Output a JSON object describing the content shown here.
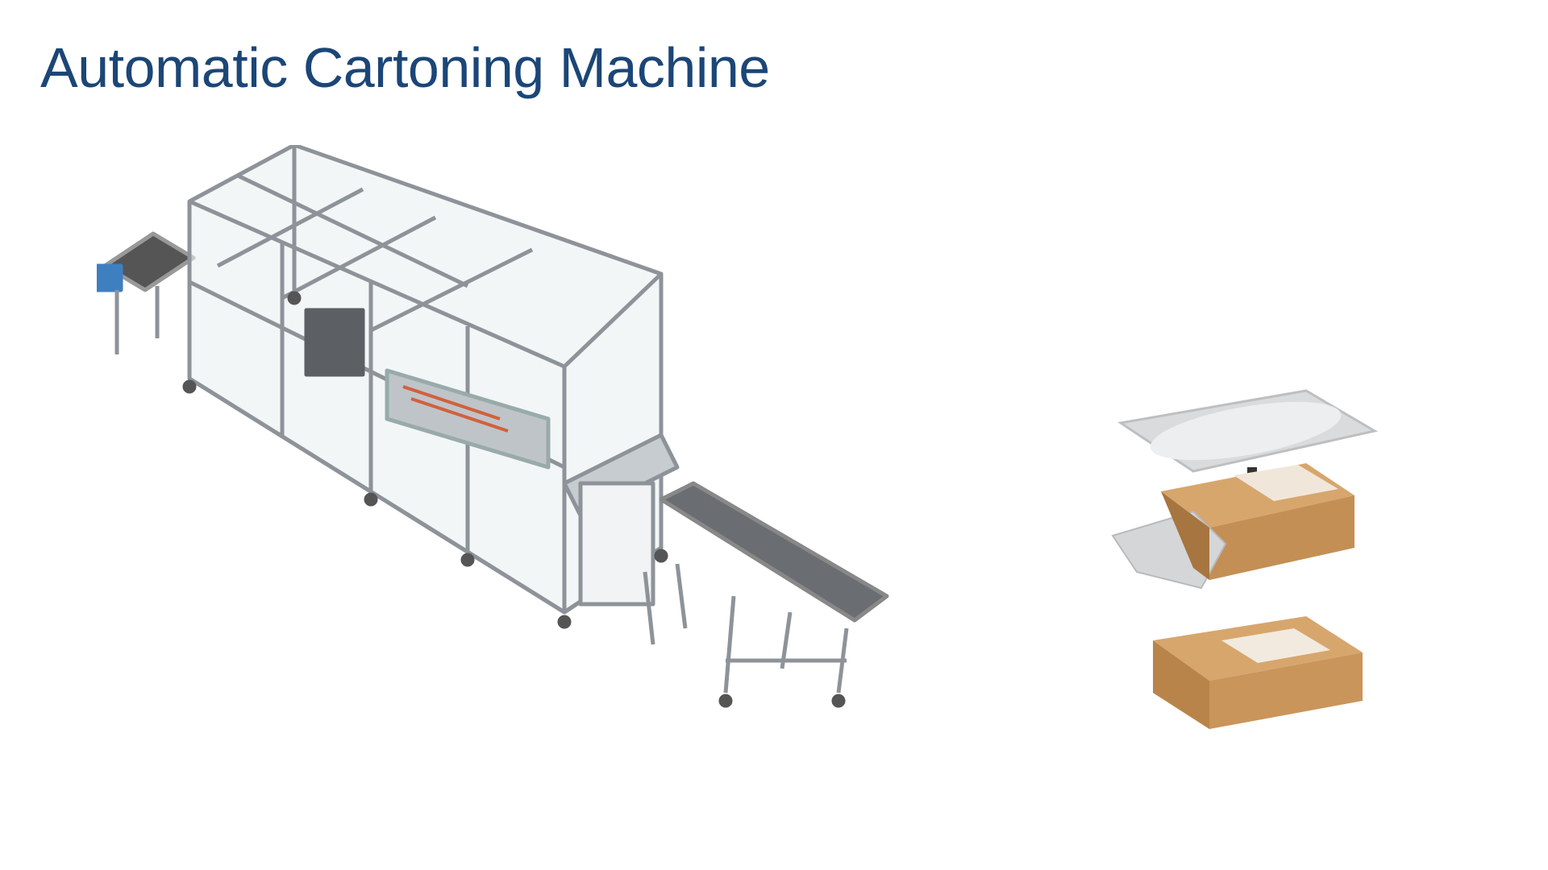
{
  "slide": {
    "title": "Automatic Cartoning Machine"
  },
  "images": {
    "machine": "automatic-cartoning-machine-illustration",
    "process": "pouch-into-carton-illustration"
  },
  "colors": {
    "title": "#1b4677",
    "carton": "#c89a63",
    "pouch": "#d4d6d8"
  }
}
